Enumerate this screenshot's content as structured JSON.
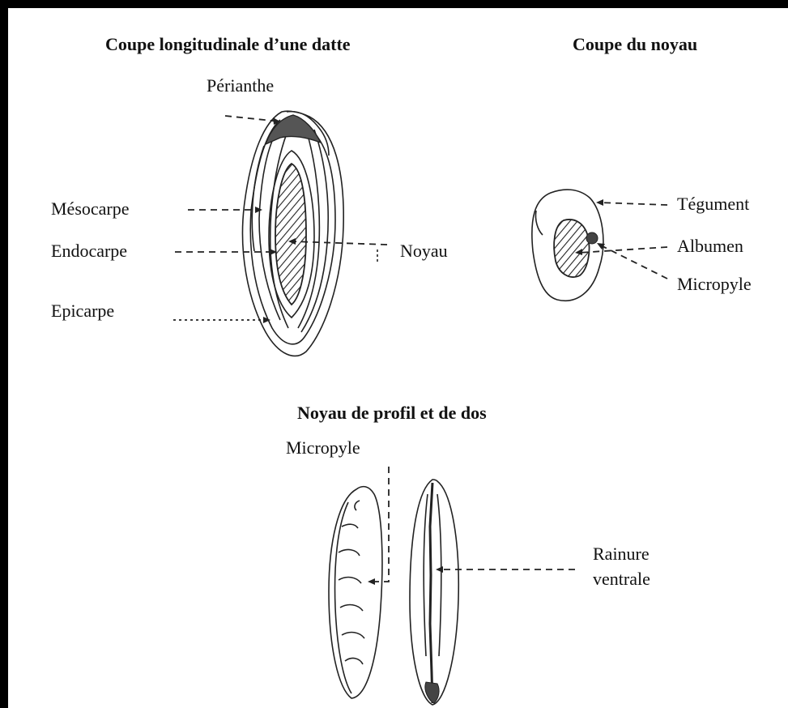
{
  "titles": {
    "longitudinal": "Coupe longitudinale d’une datte",
    "noyau_section": "Coupe du noyau",
    "profil": "Noyau de profil et de dos"
  },
  "labels": {
    "perianthe": "Périanthe",
    "mesocarpe": "Mésocarpe",
    "endocarpe": "Endocarpe",
    "epicarpe": "Epicarpe",
    "noyau": "Noyau",
    "tegument": "Tégument",
    "albumen": "Albumen",
    "micropyle_section": "Micropyle",
    "micropyle_profil": "Micropyle",
    "rainure_line1": "Rainure",
    "rainure_line2": "ventrale"
  }
}
